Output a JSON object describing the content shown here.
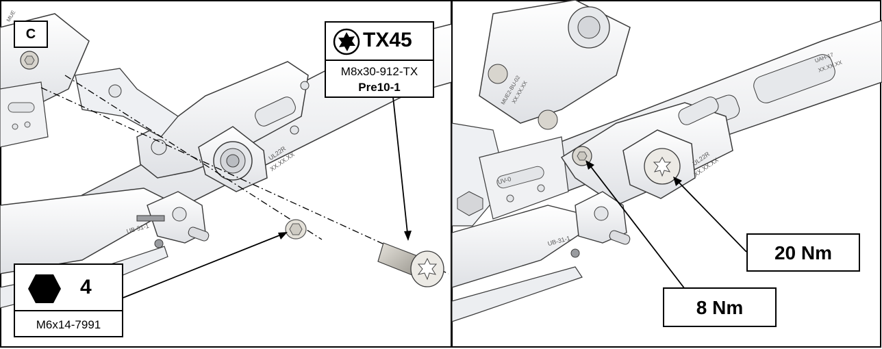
{
  "left_panel": {
    "step_label": "C",
    "torx_tool": {
      "icon": "torx-star-icon",
      "size_label": "TX45",
      "part_number": "M8x30-912-TX",
      "thread_lock": "Pre10-1"
    },
    "hex_tool": {
      "icon": "hexagon-icon",
      "size_label": "4",
      "part_number": "M6x14-7991"
    },
    "part_markings": {
      "part_top": "MUE",
      "lever_side": "UL22R",
      "lever_code": "XX.XX.XX",
      "bracket_code": "UB-31-1"
    }
  },
  "right_panel": {
    "torque_large": "20 Nm",
    "torque_small": "8 Nm",
    "part_markings": {
      "part_top": "MUE2-BU-02",
      "part_top_code": "XX.XX.XX",
      "arm_code": "UAH-17",
      "arm_code2": "XX.XX.XX",
      "lever_side": "UL22R",
      "lever_code": "XX.XX.XX",
      "bracket_code": "UB-31-1",
      "plate_code": "UV-0"
    }
  },
  "colors": {
    "line": "#000000",
    "part_fill": "#f2f3f5",
    "part_stroke": "#3a3a3a",
    "hole_fill": "#e8e9ec",
    "bolt_fill": "#d9d6cf"
  }
}
